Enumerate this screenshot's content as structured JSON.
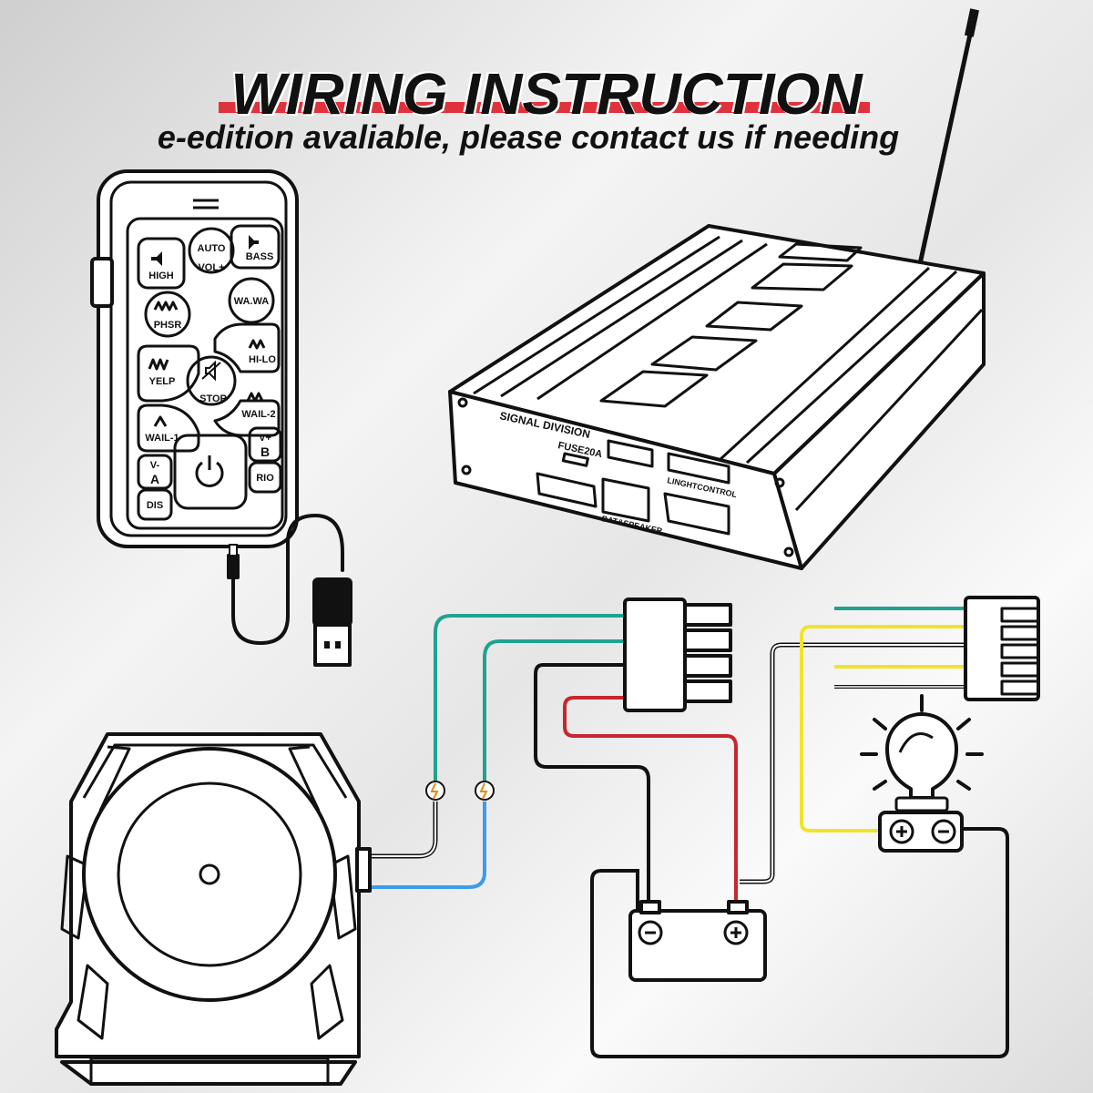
{
  "header": {
    "title": "WIRING INSTRUCTION",
    "subtitle": "e-edition avaliable, please contact us if needing"
  },
  "remote": {
    "buttons": {
      "high": "HIGH",
      "auto": "AUTO",
      "vol_plus": "VOL+",
      "bass": "BASS",
      "phsr": "PHSR",
      "wawa": "WA.WA",
      "yelp": "YELP",
      "hi_lo": "HI-LO",
      "stop": "STOP",
      "wail1": "WAIL-1",
      "wail2": "WAIL-2",
      "v_minus": "V-",
      "a": "A",
      "v_plus": "V+",
      "b": "B",
      "rio": "RIO",
      "dis": "DIS"
    }
  },
  "amplifier": {
    "brand": "SIGNAL DIVISION",
    "fuse": "FUSE20A",
    "bat_speaker": "BAT&SPEAKER",
    "light_control": "LINGHTCONTROL"
  },
  "colors": {
    "title_bar": "#e0323c",
    "teal_wire": "#1fa38f",
    "blue_wire": "#3d9be9",
    "red_wire": "#c8262e",
    "yellow_wire": "#f3e22a",
    "black_wire": "#111111"
  }
}
